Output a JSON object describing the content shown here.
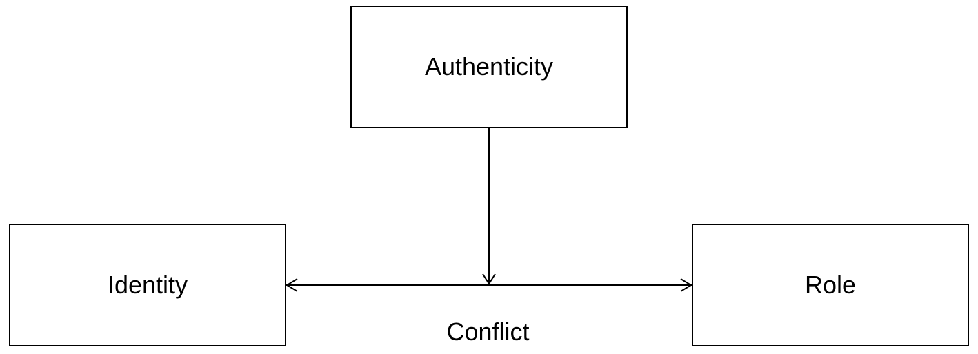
{
  "diagram": {
    "nodes": {
      "authenticity": {
        "label": "Authenticity"
      },
      "identity": {
        "label": "Identity"
      },
      "role": {
        "label": "Role"
      }
    },
    "edges": [
      {
        "from": "authenticity",
        "to": "conflict-line",
        "style": "arrow-down"
      },
      {
        "from": "identity",
        "to": "role",
        "style": "bidirectional-arrow",
        "label": "Conflict"
      }
    ],
    "colors": {
      "stroke": "#000000",
      "background": "#ffffff",
      "text": "#000000"
    }
  }
}
